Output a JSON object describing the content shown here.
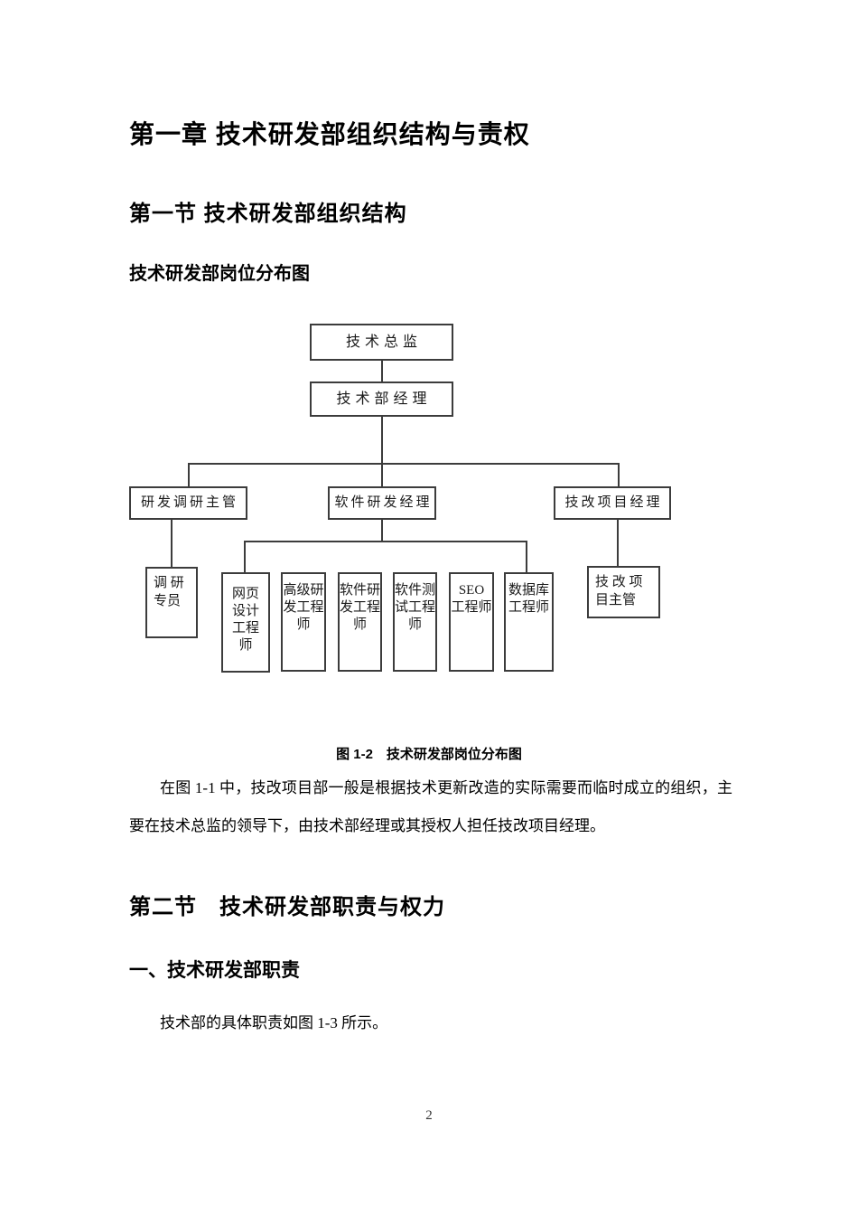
{
  "page": {
    "number": "2"
  },
  "headings": {
    "chapter": "第一章 技术研发部组织结构与责权",
    "section1": "第一节 技术研发部组织结构",
    "figure_heading": "技术研发部岗位分布图",
    "section2": "第二节　技术研发部职责与权力",
    "subsection1": "一、技术研发部职责"
  },
  "figure": {
    "caption": "图 1-2　技术研发部岗位分布图"
  },
  "paragraphs": {
    "p1": "在图 1-1 中，技改项目部一般是根据技术更新改造的实际需要而临时成立的组织，主要在技术总监的领导下，由技术部经理或其授权人担任技改项目经理。",
    "p2": "技术部的具体职责如图 1-3 所示。"
  },
  "org_chart": {
    "nodes": [
      {
        "id": "cto",
        "label": "技术总监"
      },
      {
        "id": "tech-manager",
        "label": "技术部经理"
      },
      {
        "id": "rd-research-supervisor",
        "label": "研发调研主管"
      },
      {
        "id": "software-rd-manager",
        "label": "软件研发经理"
      },
      {
        "id": "tech-upgrade-project-manager",
        "label": "技改项目经理"
      },
      {
        "id": "research-specialist",
        "label": "调 研\n专员"
      },
      {
        "id": "web-design-engineer",
        "label": "网页\n设计\n工程\n师"
      },
      {
        "id": "senior-rd-engineer",
        "label": "高级研\n发工程\n师"
      },
      {
        "id": "software-rd-engineer",
        "label": "软件研\n发工程\n师"
      },
      {
        "id": "software-test-engineer",
        "label": "软件测\n试工程\n师"
      },
      {
        "id": "seo-engineer",
        "label": "SEO\n工程师"
      },
      {
        "id": "database-engineer",
        "label": "数据库\n工程师"
      },
      {
        "id": "tech-upgrade-supervisor",
        "label": "技 改 项\n目主管"
      }
    ],
    "edges": [
      [
        "cto",
        "tech-manager"
      ],
      [
        "tech-manager",
        "rd-research-supervisor"
      ],
      [
        "tech-manager",
        "software-rd-manager"
      ],
      [
        "tech-manager",
        "tech-upgrade-project-manager"
      ],
      [
        "rd-research-supervisor",
        "research-specialist"
      ],
      [
        "software-rd-manager",
        "web-design-engineer"
      ],
      [
        "software-rd-manager",
        "senior-rd-engineer"
      ],
      [
        "software-rd-manager",
        "software-rd-engineer"
      ],
      [
        "software-rd-manager",
        "software-test-engineer"
      ],
      [
        "software-rd-manager",
        "seo-engineer"
      ],
      [
        "software-rd-manager",
        "database-engineer"
      ],
      [
        "tech-upgrade-project-manager",
        "tech-upgrade-supervisor"
      ]
    ]
  }
}
